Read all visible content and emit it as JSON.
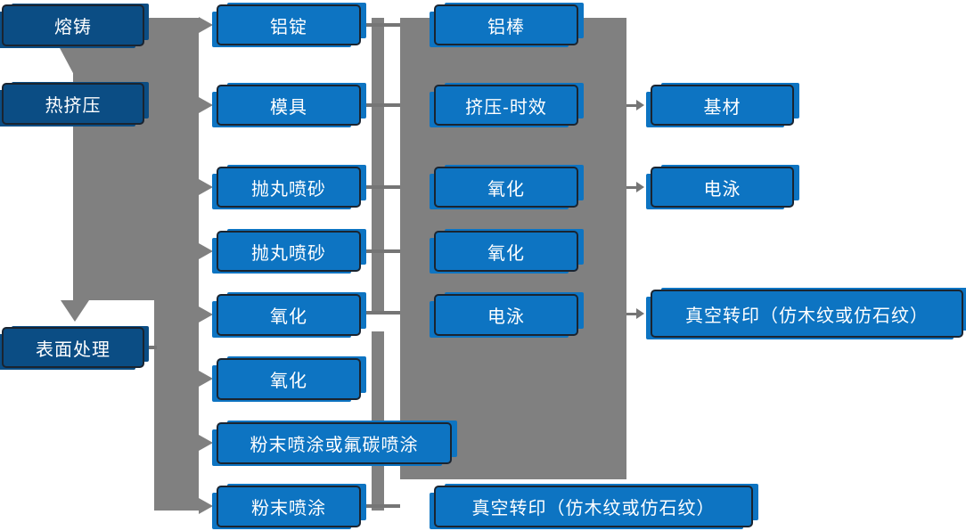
{
  "diagram_type": "flowchart",
  "colors": {
    "node_bright_blue": "#0d74c2",
    "node_dark_blue": "#0b4d84",
    "connector_gray": "#808080",
    "thin_line_gray": "#757575",
    "node_border": "#1a2430",
    "node_text": "#ffffff"
  },
  "nodes": {
    "melting": {
      "label": "熔铸"
    },
    "hot_extrusion": {
      "label": "热挤压"
    },
    "surface_treatment": {
      "label": "表面处理"
    },
    "aluminum_ingot": {
      "label": "铝锭"
    },
    "mold": {
      "label": "模具"
    },
    "shot_blast_1": {
      "label": "抛丸喷砂"
    },
    "shot_blast_2": {
      "label": "抛丸喷砂"
    },
    "oxidation_c2_1": {
      "label": "氧化"
    },
    "oxidation_c2_2": {
      "label": "氧化"
    },
    "powder_fluorocarbon": {
      "label": "粉末喷涂或氟碳喷涂"
    },
    "powder": {
      "label": "粉末喷涂"
    },
    "aluminum_rod": {
      "label": "铝棒"
    },
    "extrusion_aging": {
      "label": "挤压-时效"
    },
    "oxidation_c3_1": {
      "label": "氧化"
    },
    "oxidation_c3_2": {
      "label": "氧化"
    },
    "electrophoresis_c3": {
      "label": "电泳"
    },
    "vacuum_transfer_c3": {
      "label": "真空转印（仿木纹或仿石纹）"
    },
    "base_material": {
      "label": "基材"
    },
    "electrophoresis_c4": {
      "label": "电泳"
    },
    "vacuum_transfer_c4": {
      "label": "真空转印（仿木纹或仿石纹）"
    }
  }
}
